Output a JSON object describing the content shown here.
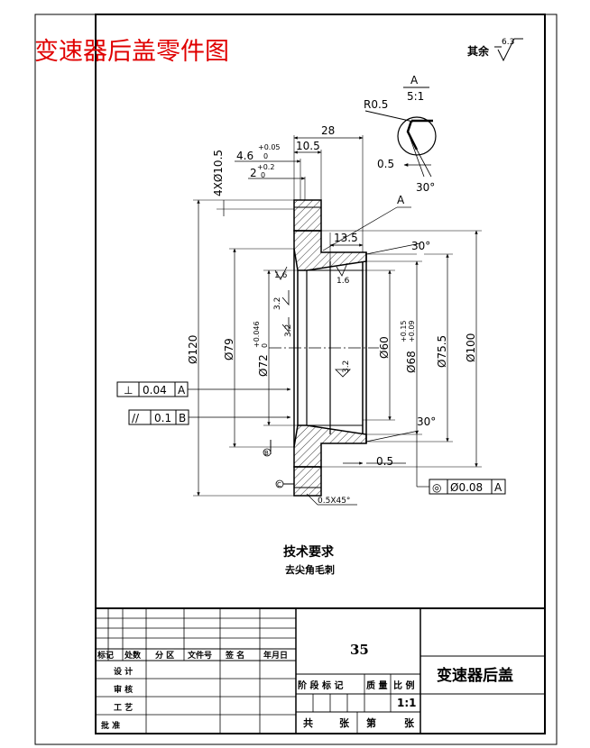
{
  "header": {
    "title": "变速器后盖零件图",
    "surface_rest_label": "其余",
    "surface_rest_value": "6.3"
  },
  "detail": {
    "label": "A",
    "scale": "5:1",
    "radius": "R0.5",
    "depth": "0.5",
    "angle": "30°"
  },
  "dimensions": {
    "d28": "28",
    "d10_5": "10.5",
    "d4_6": "4.6",
    "d4_6_tol_upper": "+0.05",
    "d4_6_tol_lower": "0",
    "d2": "2",
    "d2_tol_upper": "+0.2",
    "d2_tol_lower": "0",
    "holes": "4XØ10.5",
    "d13_5": "13.5",
    "angle_top": "30°",
    "angle_bottom": "30°",
    "d0_5_bottom": "0.5",
    "phi120": "Ø120",
    "phi79": "Ø79",
    "phi72": "Ø72",
    "phi72_tol_upper": "+0.046",
    "phi72_tol_lower": "0",
    "phi60": "Ø60",
    "phi68": "Ø68",
    "phi68_tol_upper": "+0.15",
    "phi68_tol_lower": "+0.09",
    "phi75_5": "Ø75.5",
    "phi100": "Ø100",
    "chamfer": "0.5X45°",
    "datum_a": "A",
    "datum_b": "B",
    "datum_c": "C"
  },
  "roughness": [
    "1.6",
    "1.6",
    "3.2",
    "3.2",
    "3.2"
  ],
  "tolerances": {
    "perp_symbol": "⊥",
    "perp_value": "0.04",
    "perp_datum": "A",
    "par_symbol": "//",
    "par_value": "0.1",
    "par_datum": "B",
    "conc_symbol": "◎",
    "conc_value": "Ø0.08",
    "conc_datum": "A"
  },
  "notes": {
    "heading": "技术要求",
    "body": "去尖角毛刺"
  },
  "title_block": {
    "quantity": "35",
    "part_name": "变速器后盖",
    "scale_value": "1:1",
    "revision_headers": [
      "标记",
      "处数",
      "分 区",
      "文件号",
      "签 名",
      "年月日"
    ],
    "role_design": "设 计",
    "role_review": "审 核",
    "role_process": "工 艺",
    "role_approve": "批 准",
    "stage_headers": [
      "阶 段 标 记",
      "质 量",
      "比 例"
    ],
    "sheet_labels": [
      "共",
      "张",
      "第",
      "张"
    ]
  }
}
